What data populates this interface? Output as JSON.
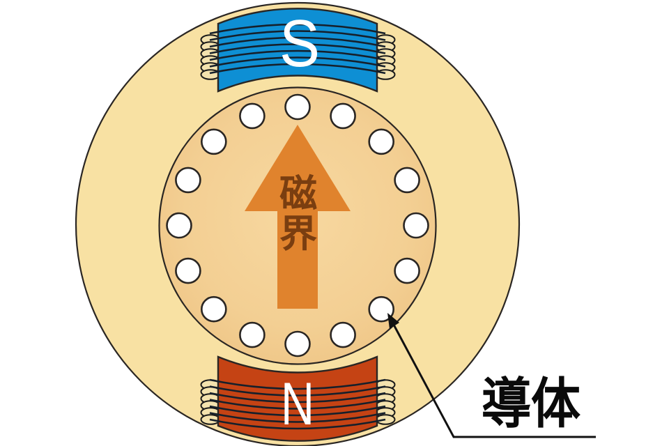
{
  "labels": {
    "s_pole": "S",
    "n_pole": "N",
    "magnetic_field": "磁界",
    "magnetic_field_chars": [
      "磁",
      "界"
    ],
    "conductor": "導体"
  },
  "rotor": {
    "conductor_count": 16
  },
  "coils": {
    "wire_turns_per_pole": 7,
    "side_loops_per_pole": 6
  },
  "colors": {
    "background": "#FFFFFF",
    "stator_ring": "#F8E1A3",
    "rotor_center": "#F7D8A0",
    "rotor_mid": "#F3CF93",
    "rotor_edge": "#EFC687",
    "s_pole": "#0E8FD4",
    "n_pole": "#C54314",
    "field_arrow": "#E0832D",
    "field_text": "#7A3E10",
    "pole_letter": "#FFFFFF",
    "conductor_fill": "#FFFFFF",
    "outline": "#2A2623",
    "coil_wire": "#16202B",
    "coil_loop_fill": "#F3E2AE",
    "callout_line": "#111111",
    "conductor_label_text": "#0A0A0A"
  }
}
